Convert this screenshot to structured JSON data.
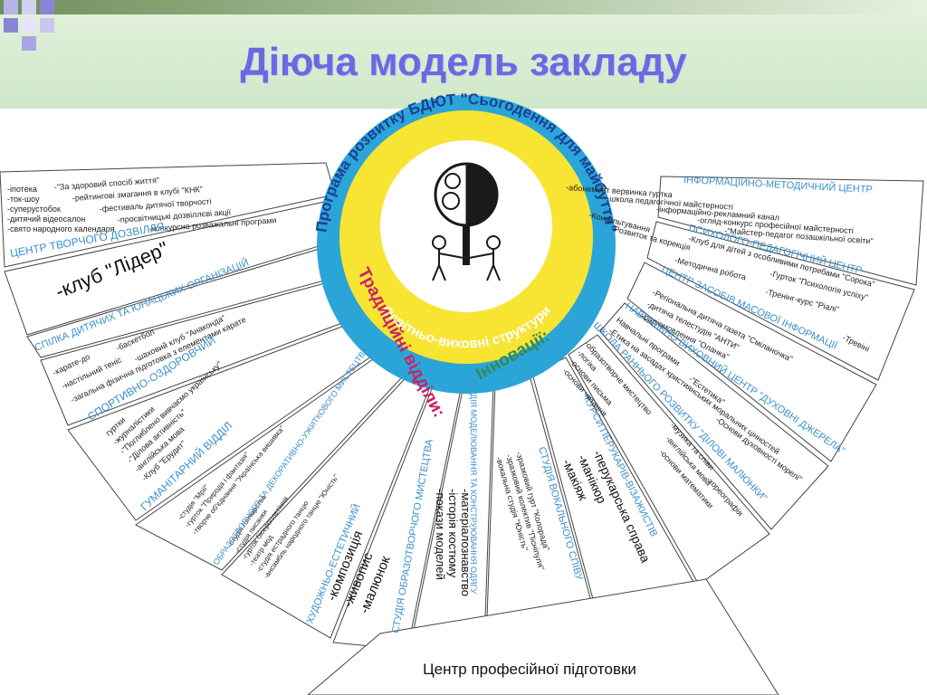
{
  "title": "Діюча модель закладу",
  "colors": {
    "title": "#6a6ae0",
    "ring_blue": "#2ba5d8",
    "core_yellow": "#f7e433",
    "trad_red": "#c8226a",
    "innov_green": "#2e8b57",
    "section_blue": "#3a8fcf"
  },
  "center": {
    "ring_top": "Програма розвитку БДЮТ \"Сьогодення для майбуття\"",
    "ring_bottom": "Освітньо-виховні структури",
    "logo_icon": "tree-children-icon"
  },
  "traditional_label": "Традиційні відділи:",
  "innovation_label": "Інновації:",
  "bottom_center": "Центр професійної підготовки",
  "sectors_left": [
    {
      "title": "ЦЕНТР ТВОРЧОГО ДОЗВІЛЛЯ",
      "items": [
        "-іпотека",
        "-ток-шоу",
        "-суперустобок",
        "-дитячий відеосалон",
        "-свято народного календаря",
        "-\"За здоровий спосіб життя\"",
        "-рейтингові змагання в клубі \"КНК\"",
        "-фестиваль дитячої творчості",
        "-просвітницькі дозвіллєві акції",
        "-конкурсно розважальні програми"
      ]
    },
    {
      "title": "-клуб \"Лідер\"",
      "items": []
    },
    {
      "title": "СПІЛКА ДИТЯЧИХ ТА ЮНАЦЬКИХ ОРГАНІЗАЦІЙ",
      "items": []
    },
    {
      "title": "СПОРТИВНО-ОЗДОРОВЧИЙ",
      "items": [
        "-карате-до",
        "-баскетбол",
        "-настільний теніс",
        "-шаховий клуб \"Анаконда\"",
        "-загальна фізична підготовка з елементами карате"
      ]
    },
    {
      "title": "ГУМАНІТАРНИЙ ВІДДІЛ",
      "items": [
        "гуртки",
        "-журналістики",
        "-\"Поглиблено вивчаємо українську\"",
        "-\"Ділова активність\"",
        "-англійська мова",
        "-Клуб \"Ерудит\""
      ]
    },
    {
      "title": "ОБРАЗОТВОРЧОГО ТА ДЕКОРАТИВНО-УЖИТКОВОГО МИСТЕЦТВА",
      "items": [
        "-студія \"Мрії\"",
        "-гурток \"Природа і фантазія\"",
        "-творче об'єднання \"Українська вишивка\"",
        "-студія гончарства",
        "-студія писанки",
        "-гурток бісероплетіння",
        "-театр мод",
        "-студія естрадного танцю",
        "-ансамбль народного танцю \"Юність\""
      ]
    },
    {
      "title": "ХУДОЖНЬО-ЕСТЕТИЧНИЙ",
      "items": [
        "-композиція",
        "-живопис",
        "-малюнок"
      ]
    }
  ],
  "sectors_middle": [
    {
      "title": "СТУДІЯ ОБРАЗОТВОРЧОГО МИСТЕЦТВА",
      "items": []
    },
    {
      "title": "СТУДІЯ МОДЕЛЮВАННЯ ТА КОНСТРУЮВАННЯ ОДЯГУ",
      "items": [
        "-матеріалознавство",
        "-історія костюму",
        "-покази моделей"
      ]
    },
    {
      "title": "СТУДІЯ ВОКАЛЬНОГО СПІВУ",
      "items": [
        "-зразковий гурт \"Колорада\"",
        "-зразковий колектив \"Пісніпуля\"",
        "-вокальна студія \"Юність\""
      ]
    },
    {
      "title": "КУРСИ ПЕРУКАРІВ-ВІЗАЖИСТІВ",
      "items": [
        "-перукарська справа",
        "-манікюр",
        "-макіяж"
      ]
    }
  ],
  "sectors_right": [
    {
      "title": "ІНФОРМАЦІЙНО-МЕТОДИЧНИЙ ЦЕНТР",
      "items": [
        "-абонемент вервинка гуртка",
        "-школа педагогічної майстерності",
        "-інформаційно-рекламний канал",
        "-огляд-конкурс професійної майстерності",
        "-\"Майстер-педагог позашкільної освіти\""
      ]
    },
    {
      "title": "ПСИХОЛОГО-ПЕДАГОГІЧНИЙ ЦЕНТР",
      "items": [
        "-Консультування",
        "-Розвиток та корекція",
        "-Клуб для дітей з особливими потребами \"Сорока\"",
        "-Методична робота",
        "-Гурток \"Психологія успіху\"",
        "-Тренінг-курс \"Ріалі\""
      ]
    },
    {
      "title": "ЦЕНТР ЗАСОБІВ МАСОВОЇ ІНФОРМАЦІЇ",
      "items": [
        "-Регіональна дитяча газета \"Сміланочка\"",
        "-дитяча телестудія \"АНТИ\"",
        "-радіомовлення \"Оланка\"",
        "-Тревіні"
      ]
    },
    {
      "title": "НАВЧАЛЬНО ВИХОВНИЙ ЦЕНТР \"ДУХОВНІ ДЖЕРЕЛА\"",
      "items": [
        "Навчальні програми",
        "-Етика на засадах християнських моральних цінностей",
        "-\"Естетика\"",
        "-Основи духовності морелі\""
      ]
    },
    {
      "title": "ШКОЛА РАННЬОГО РОЗВИТКУ \"ДІЛОВІ МАЛЮНКИ\"",
      "items": [
        "-образотворче мистецтво",
        "-логіка",
        "-основи письма",
        "-основи читання",
        "-музика та співи",
        "-англійська мова",
        "-основи математики",
        "-хореографія"
      ]
    }
  ]
}
